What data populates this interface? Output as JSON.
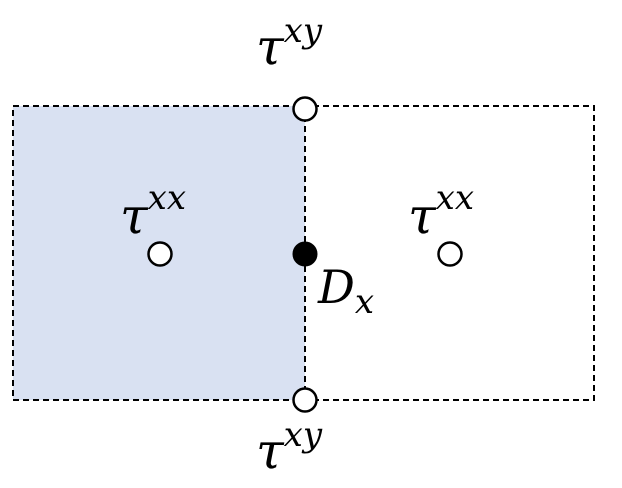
{
  "colors": {
    "shaded_cell_fill": "#d9e1f2",
    "stroke": "#000000",
    "open_node_fill": "#ffffff",
    "filled_node_fill": "#000000"
  },
  "labels": {
    "top": {
      "base": "τ",
      "superscript": "xy"
    },
    "bottom": {
      "base": "τ",
      "superscript": "xy"
    },
    "left_cell": {
      "base": "τ",
      "superscript": "xx"
    },
    "right_cell": {
      "base": "τ",
      "superscript": "xx"
    },
    "center": {
      "base": "D",
      "subscript": "x"
    }
  }
}
